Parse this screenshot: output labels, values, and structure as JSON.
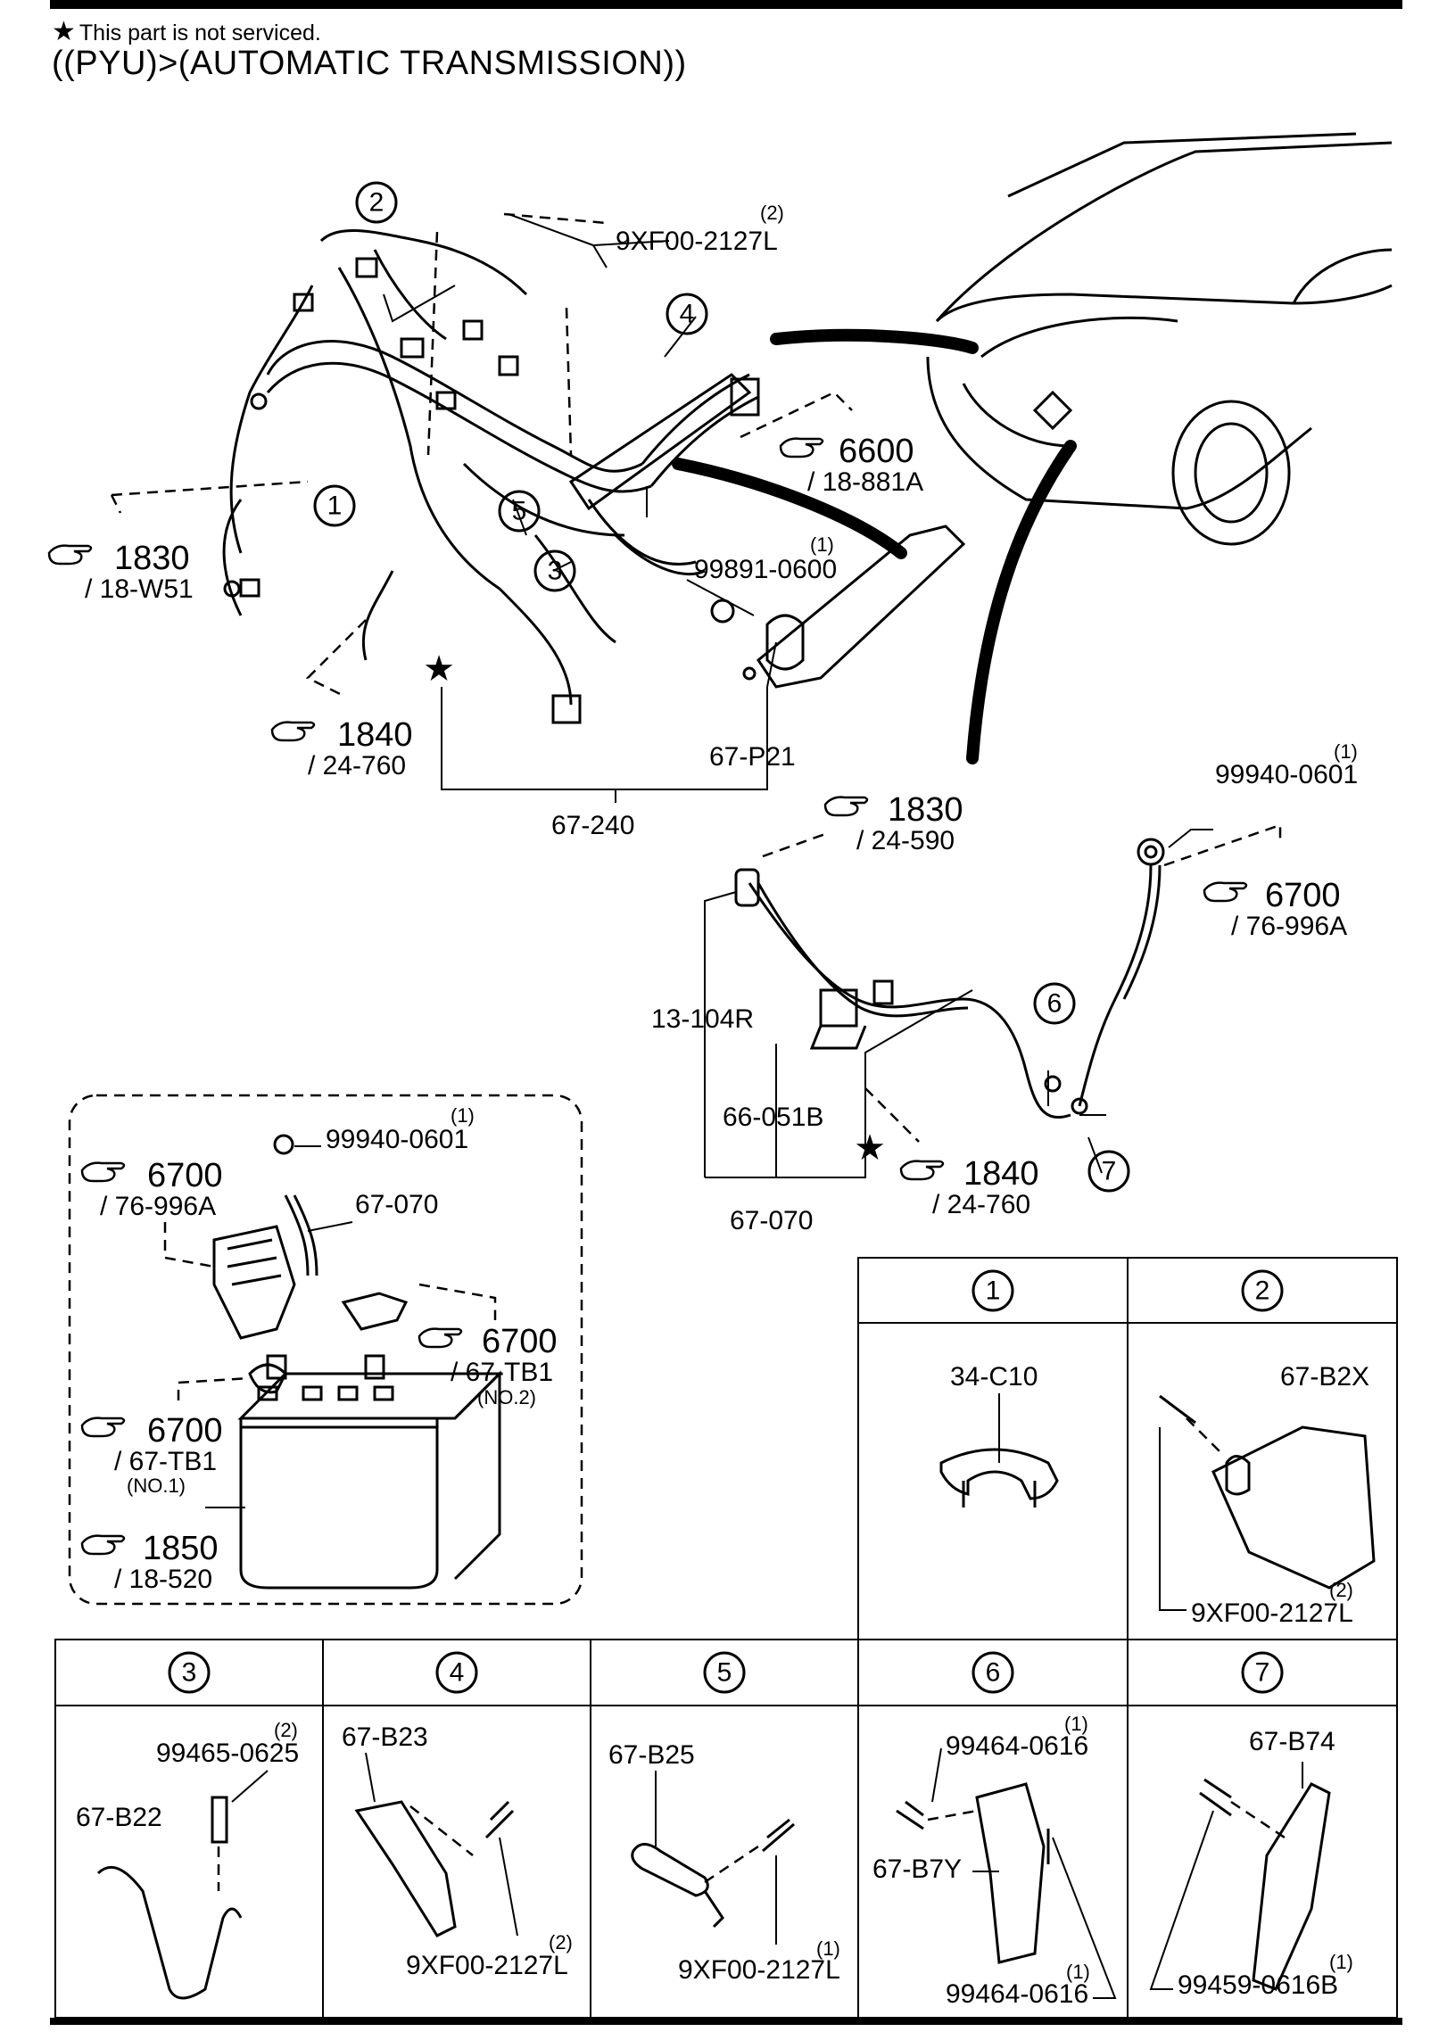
{
  "header": {
    "note_symbol": "★",
    "note": "This part is not serviced.",
    "title": "((PYU)>(AUTOMATIC TRANSMISSION))"
  },
  "callouts": [
    "1",
    "2",
    "3",
    "4",
    "5",
    "6",
    "7"
  ],
  "part_labels": {
    "bolt_top": "9XF00-2127L",
    "bolt_top_qty": "(2)",
    "nut_mid": "99891-0600",
    "nut_mid_qty": "(1)",
    "bracket_p21": "67-P21",
    "harness": "67-240",
    "nut_right": "99940-0601",
    "nut_right_qty": "(1)",
    "cable_13": "13-104R",
    "relay": "66-051B",
    "cable_070": "67-070",
    "inset_nut": "99940-0601",
    "inset_nut_qty": "(1)",
    "inset_cable": "67-070"
  },
  "references": [
    {
      "num": "6600",
      "sub": "/ 18-881A"
    },
    {
      "num": "1830",
      "sub": "/ 18-W51"
    },
    {
      "num": "1840",
      "sub": "/ 24-760"
    },
    {
      "num": "1830",
      "sub": "/ 24-590"
    },
    {
      "num": "6700",
      "sub": "/ 76-996A"
    },
    {
      "num": "1840",
      "sub": "/ 24-760"
    },
    {
      "num": "6700",
      "sub": "/ 76-996A"
    },
    {
      "num": "6700",
      "sub": "/ 67-TB1",
      "extra": "(NO.2)"
    },
    {
      "num": "6700",
      "sub": "/ 67-TB1",
      "extra": "(NO.1)"
    },
    {
      "num": "1850",
      "sub": "/ 18-520"
    }
  ],
  "detail_cells": [
    {
      "id": "1",
      "parts": [
        {
          "code": "34-C10"
        }
      ]
    },
    {
      "id": "2",
      "parts": [
        {
          "code": "67-B2X"
        },
        {
          "code": "9XF00-2127L",
          "qty": "(2)"
        }
      ]
    },
    {
      "id": "3",
      "parts": [
        {
          "code": "99465-0625",
          "qty": "(2)"
        },
        {
          "code": "67-B22"
        }
      ]
    },
    {
      "id": "4",
      "parts": [
        {
          "code": "67-B23"
        },
        {
          "code": "9XF00-2127L",
          "qty": "(2)"
        }
      ]
    },
    {
      "id": "5",
      "parts": [
        {
          "code": "67-B25"
        },
        {
          "code": "9XF00-2127L",
          "qty": "(1)"
        }
      ]
    },
    {
      "id": "6",
      "parts": [
        {
          "code": "99464-0616",
          "qty": "(1)"
        },
        {
          "code": "67-B7Y"
        },
        {
          "code": "99464-0616",
          "qty": "(1)"
        }
      ]
    },
    {
      "id": "7",
      "parts": [
        {
          "code": "67-B74"
        },
        {
          "code": "99459-0616B",
          "qty": "(1)"
        }
      ]
    }
  ]
}
